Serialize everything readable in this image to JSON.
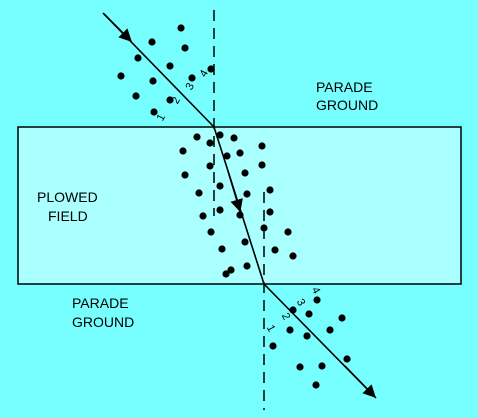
{
  "regions": {
    "parade_ground_top": [
      "PARADE",
      "GROUND"
    ],
    "plowed_field": [
      "PLOWED",
      "FIELD"
    ],
    "parade_ground_bottom": [
      "PARADE",
      "GROUND"
    ]
  },
  "row_numbers_incoming": [
    "1",
    "2",
    "3",
    "4"
  ],
  "row_numbers_outgoing": [
    "1",
    "2",
    "3",
    "4"
  ],
  "colors": {
    "background": "#77ffff",
    "field": "#aaffff",
    "ink": "#000000"
  }
}
